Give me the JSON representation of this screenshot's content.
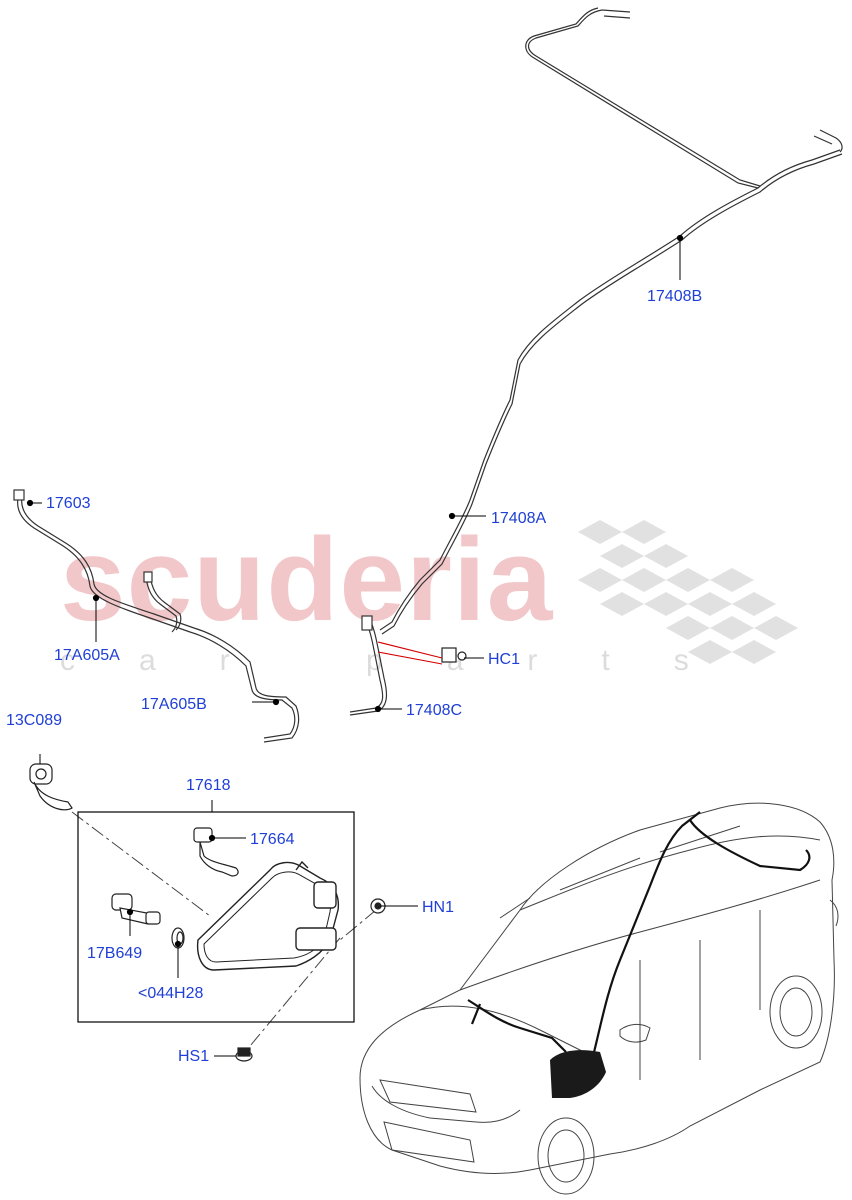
{
  "watermark": {
    "brand": "scuderia",
    "tagline": "car parts",
    "brand_color": "#f2c7c9",
    "checker_color": "#d9d9d9"
  },
  "colors": {
    "callout": "#1f3fd6",
    "line": "#000000",
    "highlight_line": "#d40000"
  },
  "callouts": {
    "p17408B": "17408B",
    "p17603": "17603",
    "p17408A": "17408A",
    "p17A605A": "17A605A",
    "pHC1": "HC1",
    "p17A605B": "17A605B",
    "p17408C": "17408C",
    "p13C089": "13C089",
    "p17618": "17618",
    "p17664": "17664",
    "pHN1": "HN1",
    "p17B649": "17B649",
    "p044H28": "<044H28",
    "pHS1": "HS1"
  }
}
